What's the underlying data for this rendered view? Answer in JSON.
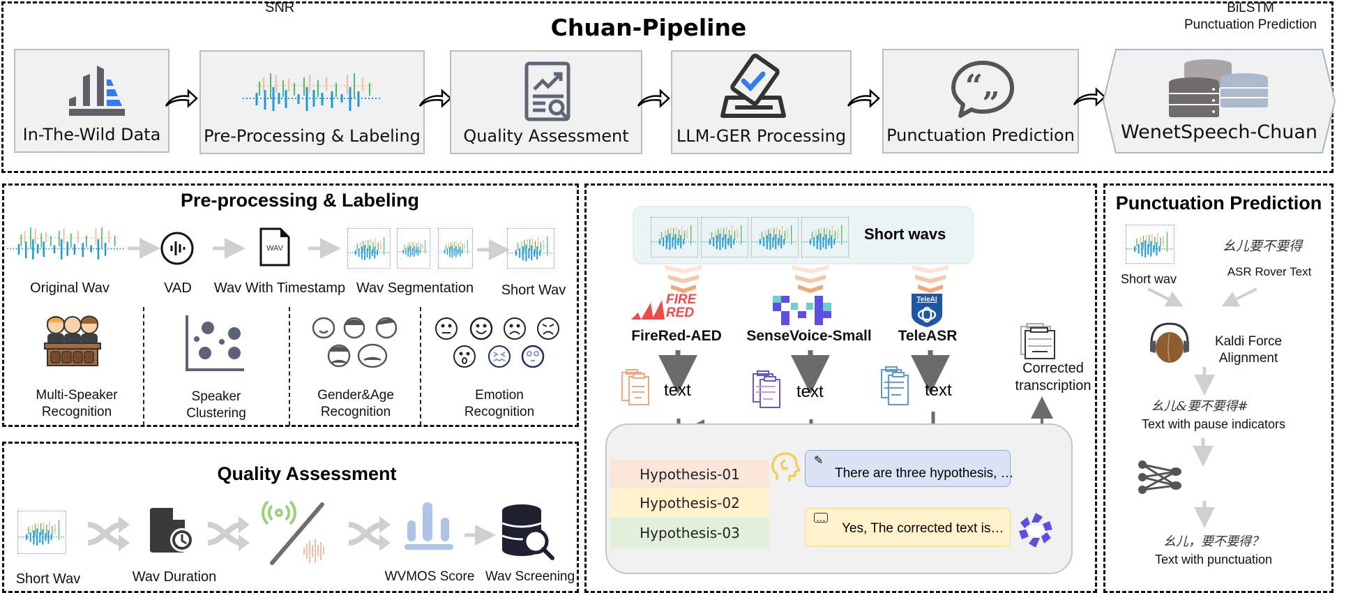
{
  "pipeline": {
    "title": "Chuan-Pipeline",
    "stages": [
      {
        "label": "In-The-Wild Data",
        "icon": "bar-chart-icon"
      },
      {
        "label": "Pre-Processing & Labeling",
        "icon": "waveform-icon"
      },
      {
        "label": "Quality Assessment",
        "icon": "report-search-icon"
      },
      {
        "label": "LLM-GER Processing",
        "icon": "ballot-check-icon"
      },
      {
        "label": "Punctuation Prediction",
        "icon": "quote-bubble-icon"
      },
      {
        "label": "WenetSpeech-Chuan",
        "icon": "database-stack-icon"
      }
    ]
  },
  "preprocessing": {
    "title": "Pre-processing & Labeling",
    "flow": [
      {
        "label": "Original Wav"
      },
      {
        "label": "VAD"
      },
      {
        "label": "Wav With Timestamp",
        "file_tag": "WAV"
      },
      {
        "label": "Wav Segmentation"
      },
      {
        "label": "Short Wav"
      }
    ],
    "tasks": [
      {
        "line1": "Multi-Speaker",
        "line2": "Recognition"
      },
      {
        "line1": "Speaker",
        "line2": "Clustering"
      },
      {
        "line1": "Gender&Age",
        "line2": "Recognition"
      },
      {
        "line1": "Emotion",
        "line2": "Recognition"
      }
    ]
  },
  "quality": {
    "title": "Quality Assessment",
    "steps": [
      {
        "label": "Short Wav"
      },
      {
        "label": "Wav Duration"
      },
      {
        "label": "SNR"
      },
      {
        "label": "WVMOS Score"
      },
      {
        "label": "Wav Screening"
      }
    ]
  },
  "llm_ger": {
    "short_wavs_label": "Short wavs",
    "models": [
      {
        "name": "FireRed-AED",
        "logo_line1": "FIRE",
        "logo_line2": "RED",
        "color": "#f04a4a"
      },
      {
        "name": "SenseVoice-Small",
        "color": "#5b4fe0"
      },
      {
        "name": "TeleASR",
        "logo_text": "TeleAI",
        "color": "#1e56a6"
      }
    ],
    "text_label": "text",
    "hypotheses": [
      {
        "label": "Hypothesis-01",
        "color": "#fbe5d9"
      },
      {
        "label": "Hypothesis-02",
        "color": "#fff2cc"
      },
      {
        "label": "Hypothesis-03",
        "color": "#e2efda"
      }
    ],
    "prompt_text": "There are three hypothesis, …",
    "response_text": "Yes, The corrected text is…",
    "output_line1": "Corrected",
    "output_line2": "transcription"
  },
  "punctuation": {
    "title": "Punctuation Prediction",
    "short_wav_label": "Short wav",
    "asr_text": "幺儿要不要得",
    "asr_label": "ASR Rover Text",
    "align_line1": "Kaldi Force",
    "align_line2": "Alignment",
    "pause_text": "幺儿&要不要得#",
    "pause_label": "Text with pause indicators",
    "model_line1": "BiLSTM",
    "model_line2": "Punctuation Prediction",
    "final_text": "幺儿，要不要得？",
    "final_label": "Text with punctuation"
  },
  "colors": {
    "wave_blue": "#1f97dc",
    "wave_green": "#44c06a",
    "wave_peach": "#f5c3a3",
    "icon_gray": "#5f6675",
    "accent_blue": "#2f7cf6"
  }
}
